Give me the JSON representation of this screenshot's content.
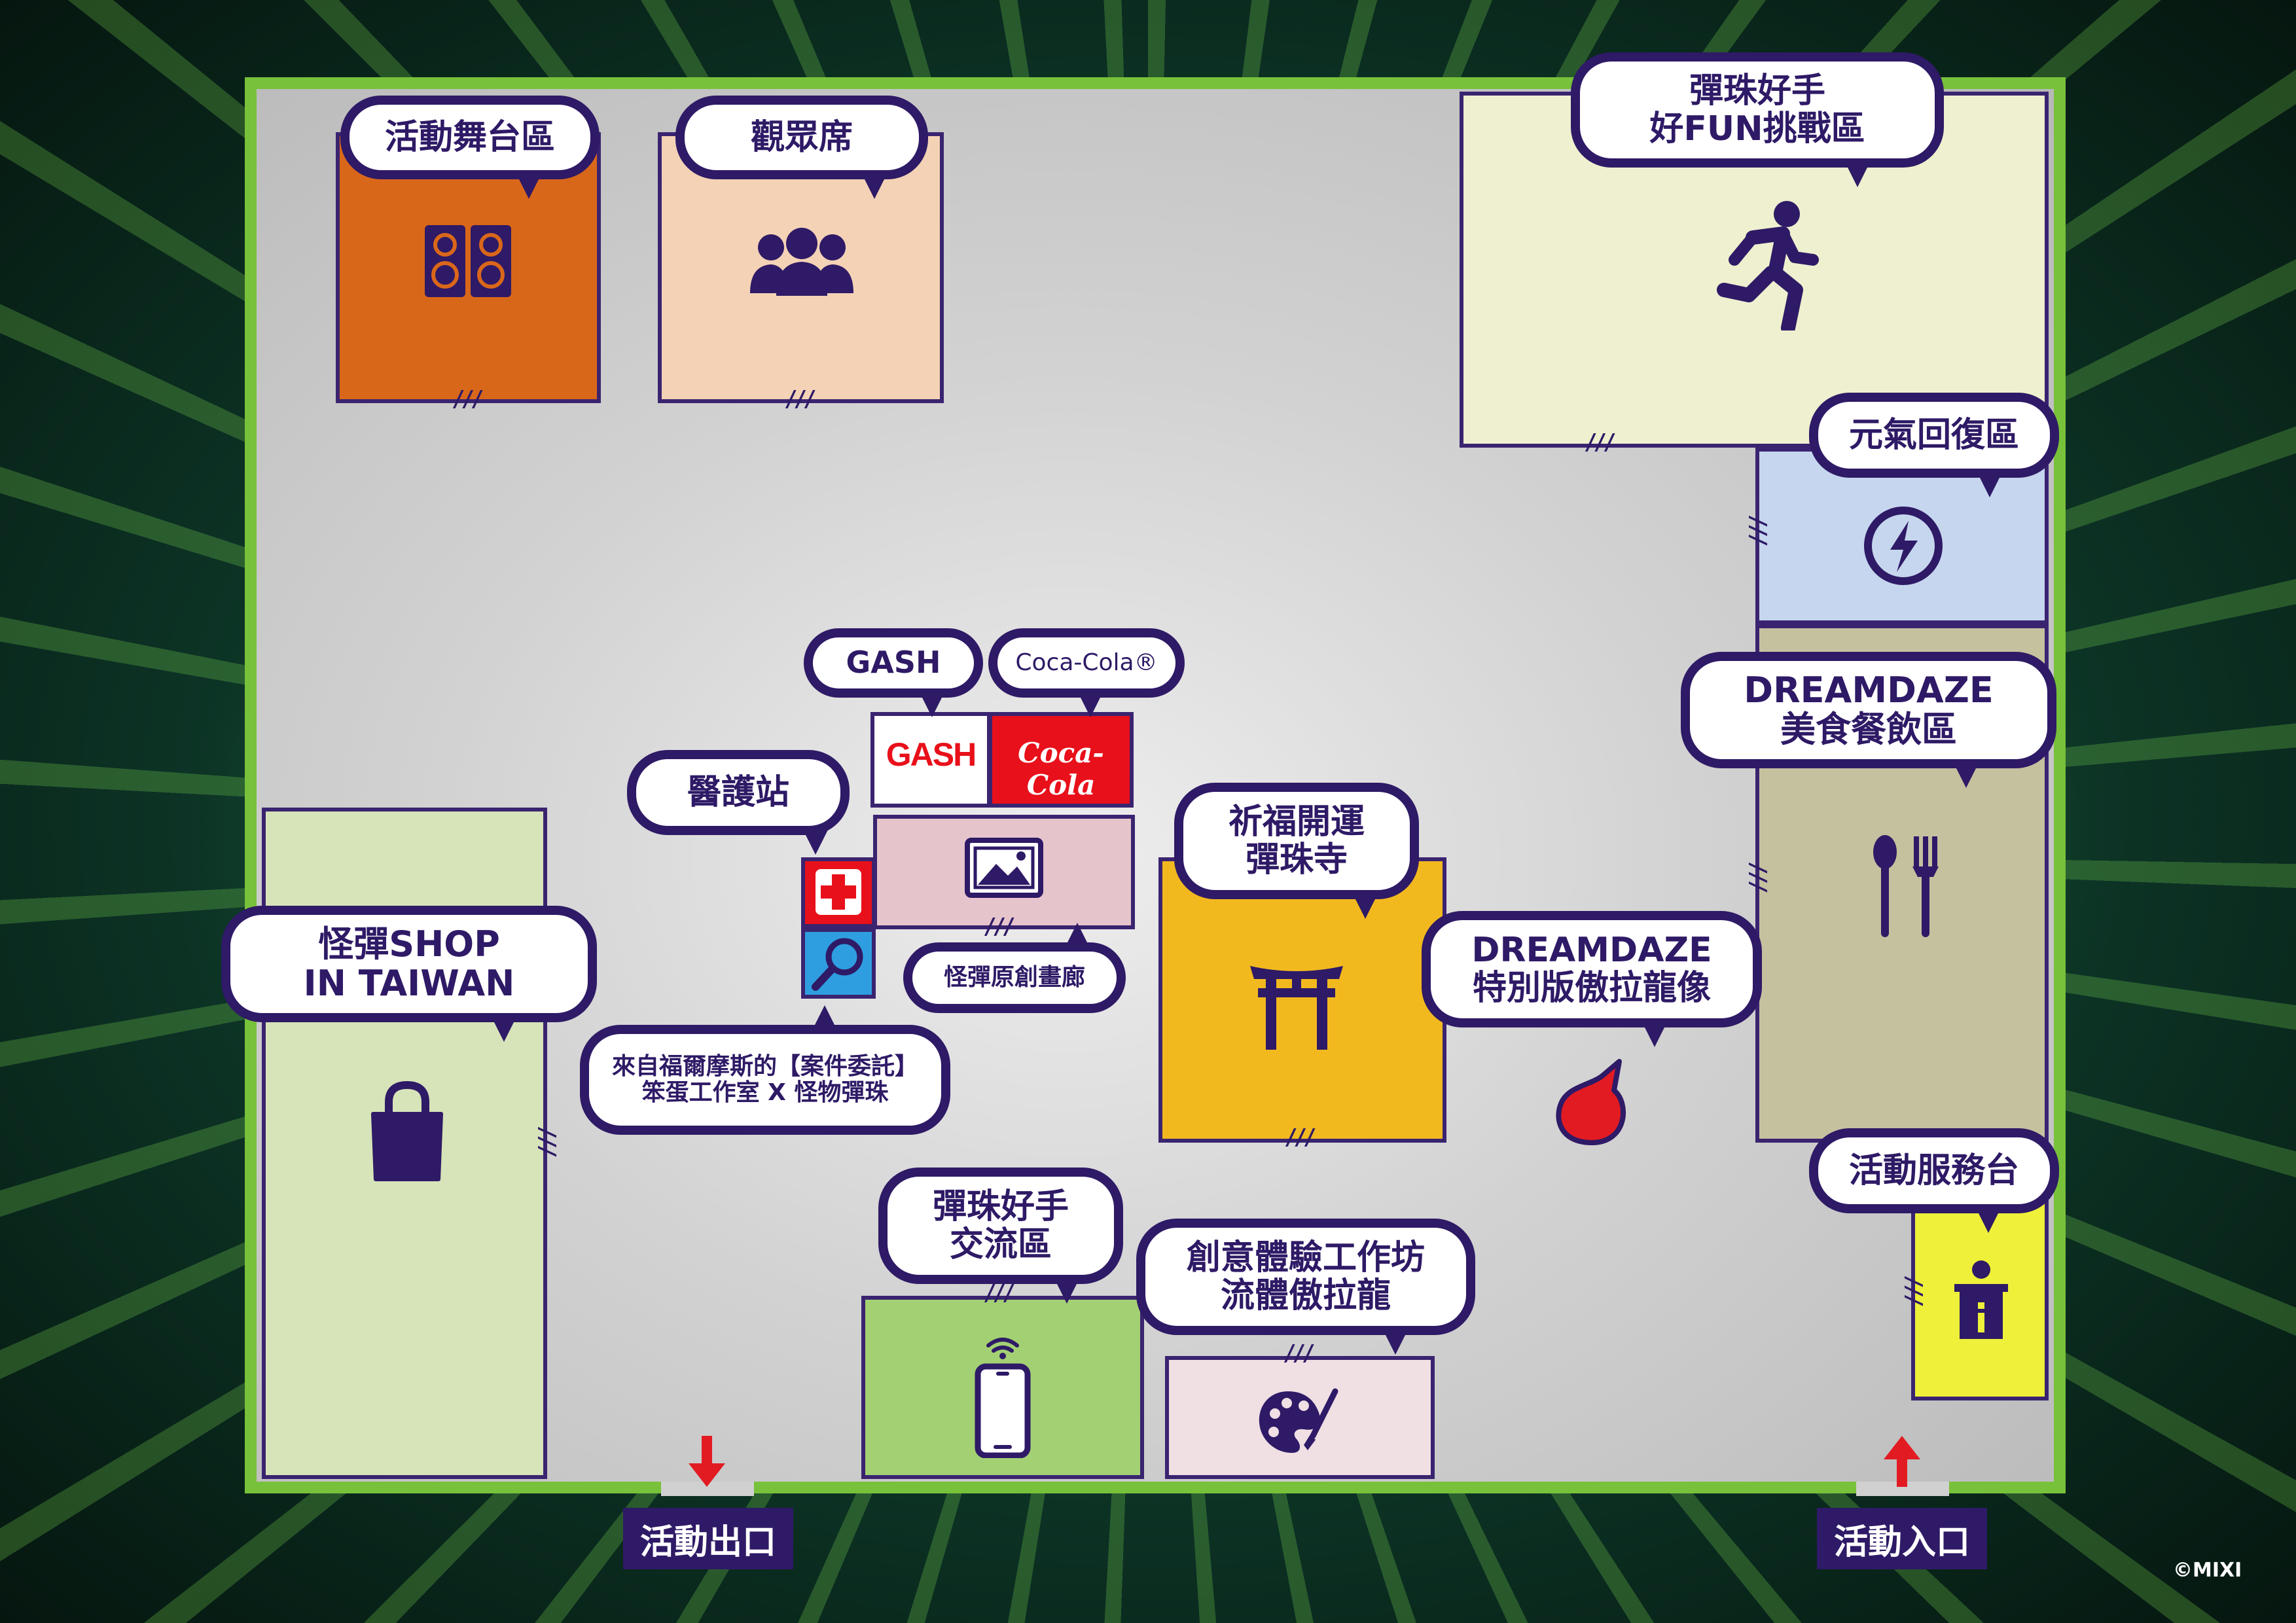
{
  "zones": {
    "stage": {
      "label": "活動舞台區",
      "color": "#d9671a",
      "icon": "speaker-icon"
    },
    "audience": {
      "label": "觀眾席",
      "color": "#f3d2b6",
      "icon": "people-icon"
    },
    "challenge": {
      "label": "彈珠好手\n好FUN挑戰區",
      "color": "#eef0cf",
      "icon": "running-person-icon"
    },
    "recovery": {
      "label": "元氣回復區",
      "color": "#c6d6ee",
      "icon": "lightning-icon"
    },
    "food": {
      "label": "DREAMDAZE\n美食餐飲區",
      "color": "#c5c19f",
      "icon": "fork-spoon-icon"
    },
    "service": {
      "label": "活動服務台",
      "color": "#eef03a",
      "icon": "info-desk-icon"
    },
    "temple": {
      "label": "祈福開運\n彈珠寺",
      "color": "#f2b91f",
      "icon": "torii-gate-icon"
    },
    "statue": {
      "label": "DREAMDAZE\n特別版傲拉龍像",
      "color": "#e21b23",
      "icon": "oragon-statue-icon"
    },
    "shop": {
      "label": "怪彈SHOP\nIN TAIWAN",
      "color": "#d7e3b9",
      "icon": "shopping-bag-icon"
    },
    "gash": {
      "label": "GASH",
      "logo_text": "GASH",
      "color": "#ffffff"
    },
    "coca_cola": {
      "label": "Coca-Cola®",
      "logo_text": "Coca-Cola",
      "color": "#e8101a"
    },
    "medical": {
      "label": "醫護站",
      "color": "#e8101a",
      "icon": "medical-cross-icon"
    },
    "gallery": {
      "label": "怪彈原創畫廊",
      "color": "#e6c4cc",
      "icon": "picture-frame-icon"
    },
    "sherlock": {
      "label": "來自福爾摩斯的【案件委託】\n笨蛋工作室 X 怪物彈珠",
      "color": "#2e9ee0",
      "icon": "magnifier-icon"
    },
    "exchange": {
      "label": "彈珠好手\n交流區",
      "color": "#a3d073",
      "icon": "smartphone-wifi-icon"
    },
    "workshop": {
      "label": "創意體驗工作坊\n流體傲拉龍",
      "color": "#f0dfe3",
      "icon": "palette-brush-icon"
    }
  },
  "gates": {
    "exit": "活動出口",
    "entrance": "活動入口"
  },
  "copyright": "©MIXI",
  "colors": {
    "outline": "#2e1a66",
    "border": "#78c13a",
    "arrow": "#e21b23"
  }
}
